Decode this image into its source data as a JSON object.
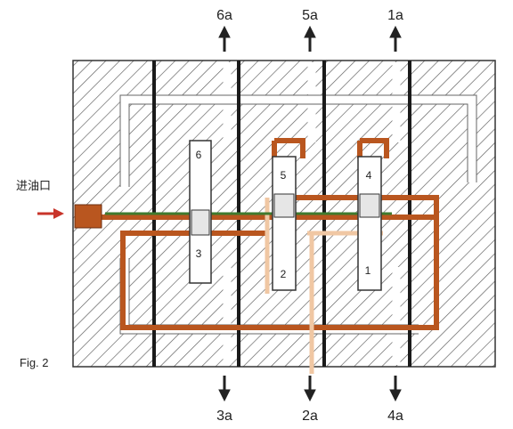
{
  "figure_label": "Fig. 2",
  "inlet_label": "进油口",
  "ports": {
    "top": [
      "6a",
      "5a",
      "1a"
    ],
    "bottom": [
      "3a",
      "2a",
      "4a"
    ]
  },
  "pistons": [
    "1",
    "2",
    "3",
    "4",
    "5",
    "6"
  ],
  "colors": {
    "hatch": "#555555",
    "oil": "#b9561f",
    "oil_light": "#f0c7a3",
    "green": "#3f7a2e",
    "inlet_arrow": "#c8342a",
    "dark_bar": "#1a1a1a"
  }
}
